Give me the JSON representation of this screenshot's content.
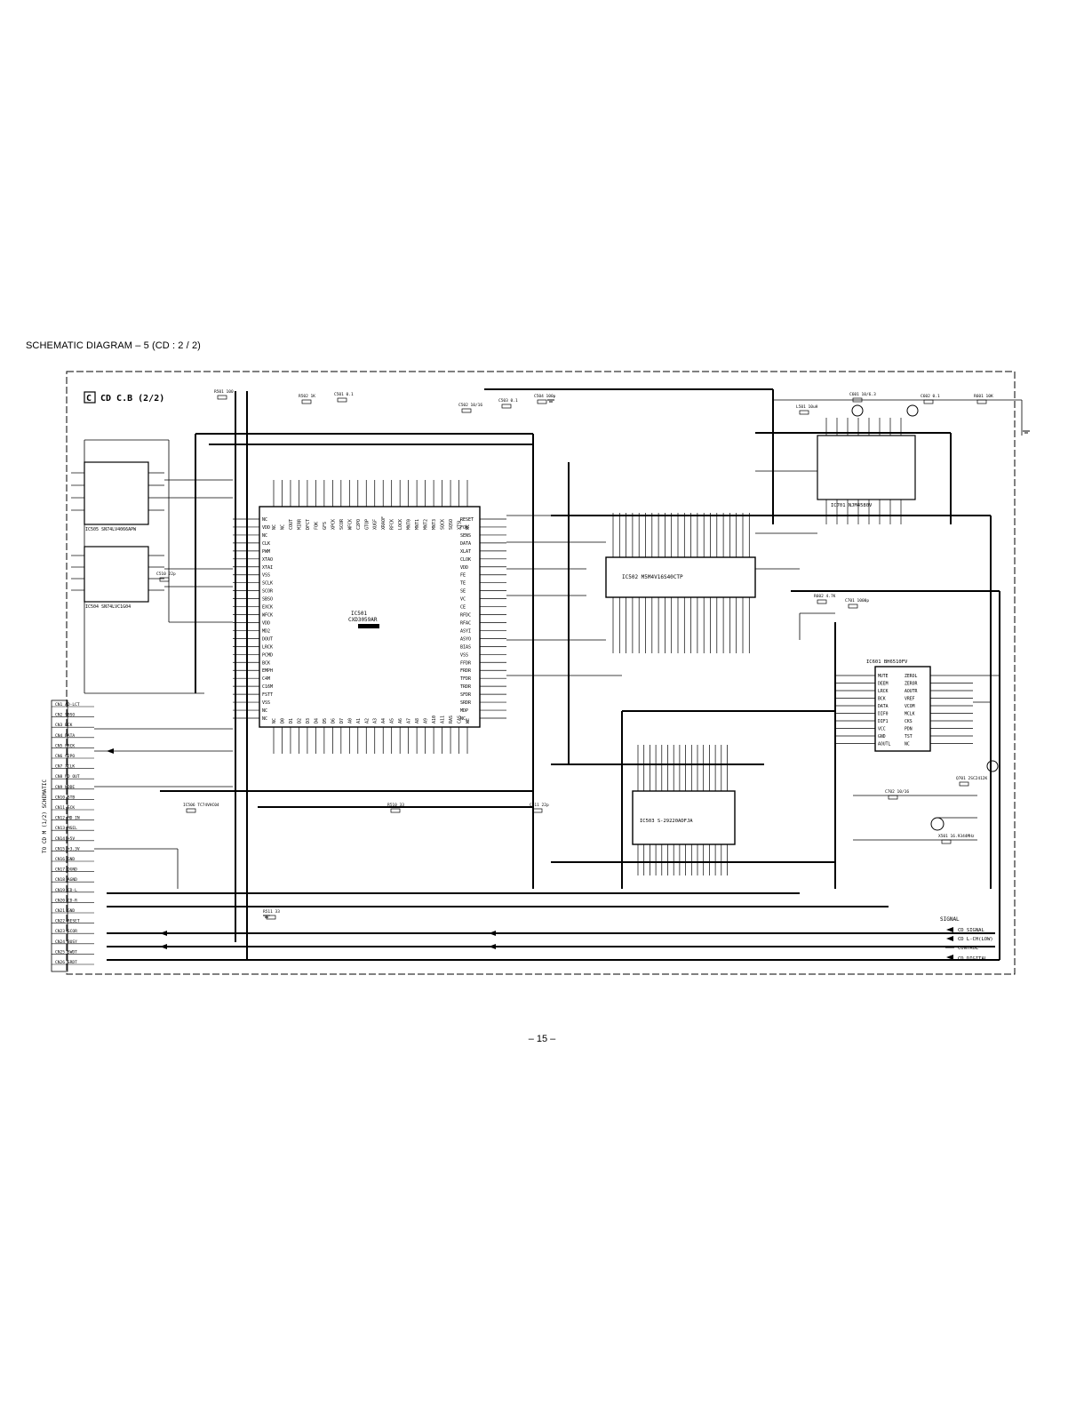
{
  "page": {
    "title": "SCHEMATIC  DIAGRAM – 5  (CD : 2 / 2)",
    "page_number": "– 15 –"
  },
  "board": {
    "letter": "C",
    "name": "CD C.B  (2/2)"
  },
  "ics": {
    "main": {
      "ref": "IC501",
      "part": "CXD3059AR",
      "label": "IC501\nCXD3059AR"
    },
    "dram": {
      "ref": "IC502",
      "part": "M5M4V16S40CTP",
      "label": "IC502  M5M4V16S40CTP"
    },
    "flash": {
      "ref": "IC503",
      "part": "S-29220ADFJA",
      "label": "IC503  S-29220ADFJA"
    },
    "dac": {
      "ref": "IC601",
      "part": "BH6510FV",
      "label": "IC601  BH6510FV"
    },
    "buffer_a": {
      "ref": "IC505",
      "part": "SN74LV4066APW",
      "label": "IC505  SN74LV4066APW"
    },
    "buffer_b": {
      "ref": "IC504",
      "part": "SN74LVC1G04",
      "label": "IC504  SN74LVC1G04"
    },
    "lpf": {
      "ref": "IC701",
      "part": "NJM4580V",
      "label": "IC701  NJM4580V"
    }
  },
  "main_left_pins": [
    "NC",
    "VDD",
    "NC",
    "CLK",
    "PWM",
    "XTAO",
    "XTAI",
    "VSS",
    "SCLK",
    "SCOR",
    "SBSO",
    "EXCK",
    "WFCK",
    "VDD",
    "MD2",
    "DOUT",
    "LRCK",
    "PCMD",
    "BCK",
    "EMPH",
    "C4M",
    "C16M",
    "FSTT",
    "VSS",
    "NC",
    "NC"
  ],
  "main_right_pins": [
    "RESET",
    "FOK",
    "SENS",
    "DATA",
    "XLAT",
    "CLOK",
    "VDD",
    "FE",
    "TE",
    "SE",
    "VC",
    "CE",
    "RFDC",
    "RFAC",
    "ASYI",
    "ASYO",
    "BIAS",
    "VSS",
    "FFDR",
    "FRDR",
    "TFDR",
    "TRDR",
    "SFDR",
    "SRDR",
    "MDP",
    "NC"
  ],
  "main_top_pins": [
    "NC",
    "NC",
    "COUT",
    "MIRR",
    "DFCT",
    "FOK",
    "GFS",
    "XPCK",
    "SCOR",
    "WFCK",
    "C2PO",
    "GTOP",
    "XUGF",
    "XRAOF",
    "RFCK",
    "LOCK",
    "MNT0",
    "MNT1",
    "MNT2",
    "MNT3",
    "SQCK",
    "SQSO",
    "XTSL",
    "NC"
  ],
  "main_bottom_pins": [
    "NC",
    "D0",
    "D1",
    "D2",
    "D3",
    "D4",
    "D5",
    "D6",
    "D7",
    "A0",
    "A1",
    "A2",
    "A3",
    "A4",
    "A5",
    "A6",
    "A7",
    "A8",
    "A9",
    "A10",
    "A11",
    "RAS",
    "CAS",
    "WE"
  ],
  "dac_left_pins": [
    "MUTE",
    "DEEM",
    "LRCK",
    "BCK",
    "DATA",
    "DIF0",
    "DIF1",
    "VCC",
    "GND",
    "AOUTL"
  ],
  "dac_right_pins": [
    "ZEROL",
    "ZEROR",
    "AOUTR",
    "VREF",
    "VCOM",
    "MCLK",
    "CKS",
    "PDN",
    "TST",
    "NC"
  ],
  "connector_labels": [
    "CN1 AD-LCT",
    "CN2 SBSO",
    "CN3 BCK",
    "CN4 DATA",
    "CN5 LRCK",
    "CN6 C2PO",
    "CN7 XCLK",
    "CN8 MD OUT",
    "CN9 MODE",
    "CN10 STB",
    "CN11 SCK",
    "CN12 MD IN",
    "CN13 MSEL",
    "CN14 +5V",
    "CN15 +3.3V",
    "CN16 GND",
    "CN17 DGND",
    "CN18 AGND",
    "CN19 CD-L",
    "CN20 CD-R",
    "CN21 GND",
    "CN22 RESET",
    "CN23 SCOR",
    "CN24 BUSY",
    "CN25 SWDT",
    "CN26 SRDT"
  ],
  "side_label": "TO CD M (1/2) SCHEMATIC",
  "legend": {
    "title": "SIGNAL",
    "items": [
      "CD SIGNAL",
      "CD L-CH(LOW)",
      "CONTROL",
      "CD DIGITAL"
    ]
  },
  "part_labels": [
    "R501 100",
    "R502 1K",
    "C501 0.1",
    "C502 10/16",
    "C503 0.1",
    "C504 100p",
    "L501 10uH",
    "C601 10/6.3",
    "C602 0.1",
    "R601 10K",
    "R602 4.7K",
    "C701 1000p",
    "C702 10/16",
    "Q701 2SC2412K",
    "X501 16.9344MHz",
    "IC506 TC74VHC04",
    "R510 33",
    "R511 33",
    "C510 22p",
    "C511 22p"
  ],
  "colors": {
    "ink": "#000000",
    "paper": "#ffffff"
  }
}
